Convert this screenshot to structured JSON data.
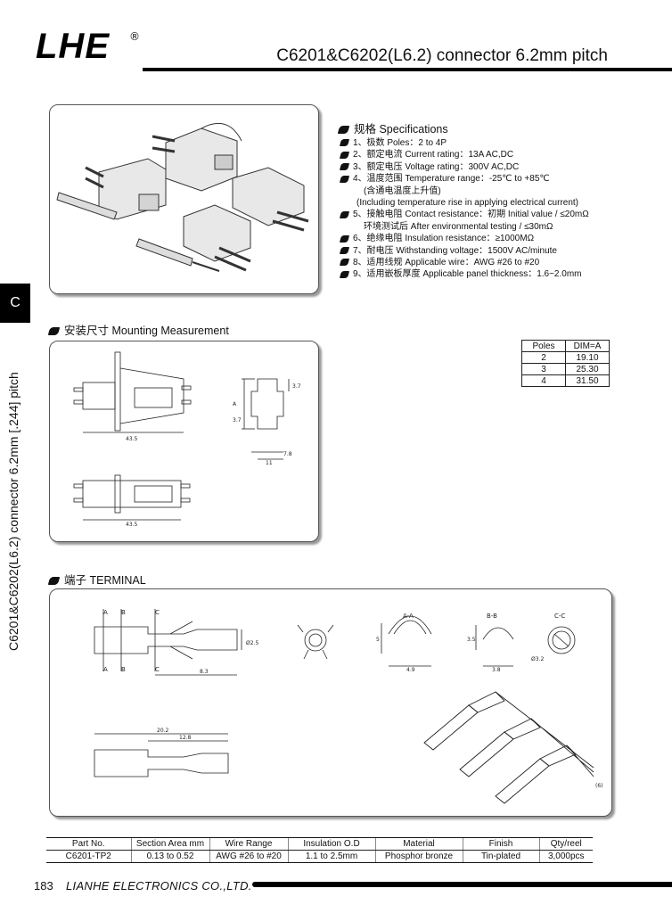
{
  "header": {
    "logo": "LHE",
    "registered_mark": "®",
    "title": "C6201&C6202(L6.2) connector 6.2mm pitch"
  },
  "side_tab": {
    "letter": "C",
    "vertical_text": "C6201&C6202(L6.2) connector 6.2mm [.244] pitch"
  },
  "specifications": {
    "heading": "规格 Specifications",
    "items": [
      "1、极数 Poles：2 to 4P",
      "2、额定电流 Current rating：13A  AC,DC",
      "3、额定电压 Voltage rating：300V  AC,DC",
      "4、温度范围 Temperature range：-25℃ to +85℃",
      "5、接触电阻 Contact resistance：初期 Initial value / ≤20mΩ",
      "6、绝缘电阻 Insulation resistance：≥1000MΩ",
      "7、耐电压 Withstanding voltage：1500V  AC/minute",
      "8、适用线规 Applicable wire：AWG #26 to #20",
      "9、适用嵌板厚度 Applicable panel thickness：1.6~2.0mm"
    ],
    "temp_note_1": "(含通电温度上升值)",
    "temp_note_2": "(Including temperature rise in applying electrical current)",
    "resistance_note": "环境测试后 After environmental testing / ≤30mΩ"
  },
  "mounting": {
    "heading": "安装尺寸 Mounting Measurement",
    "dims": {
      "length_top": "43.5",
      "length_bottom": "43.5",
      "a": "A",
      "v37_left": "3.7",
      "v37_right": "3.7",
      "d78": "7.8",
      "d11": "11"
    }
  },
  "poles_table": {
    "headers": [
      "Poles",
      "DIM=A"
    ],
    "rows": [
      [
        "2",
        "19.10"
      ],
      [
        "3",
        "25.30"
      ],
      [
        "4",
        "31.50"
      ]
    ]
  },
  "terminal": {
    "heading": "端子 TERMINAL",
    "section_marks": [
      "A",
      "B",
      "C"
    ],
    "view_labels": [
      "A-A",
      "B-B",
      "C-C"
    ],
    "dims": {
      "d83": "8.3",
      "d25": "Ø2.5",
      "d5": "5",
      "d49": "4.9",
      "d35": "3.5",
      "d38": "3.8",
      "d32": "Ø3.2",
      "d202": "20.2",
      "d128": "12.8",
      "d6": "(6)"
    }
  },
  "parts_table": {
    "headers": [
      "Part No.",
      "Section Area mm",
      "Wire Range",
      "Insulation O.D",
      "Material",
      "Finish",
      "Qty/reel"
    ],
    "row": [
      "C6201-TP2",
      "0.13 to 0.52",
      "AWG #26 to #20",
      "1.1 to 2.5mm",
      "Phosphor bronze",
      "Tin-plated",
      "3,000pcs"
    ]
  },
  "footer": {
    "page_number": "183",
    "company": "LIANHE ELECTRONICS CO.,LTD."
  }
}
